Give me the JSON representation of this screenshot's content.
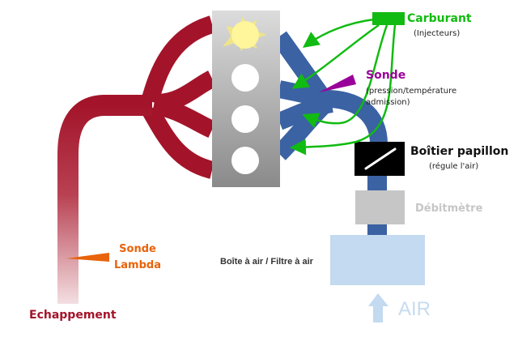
{
  "diagram": {
    "title": "Circuit d'admission et d'échappement moteur",
    "labels": {
      "carburant_title": "Carburant",
      "carburant_sub": "(Injecteurs)",
      "sonde_title": "Sonde",
      "sonde_sub": "(pression/température admission)",
      "papillon_title": "Boîtier papillon",
      "papillon_sub": "(régule l'air)",
      "debitmetre": "Débitmètre",
      "boite_filtre": "Boîte à air / Filtre à air",
      "air": "AIR",
      "lambda": "Sonde Lambda",
      "echappement": "Echappement"
    },
    "engine": {
      "cylinders": 4,
      "firing_cylinder": 1
    },
    "colors": {
      "exhaust": "#a3142a",
      "intake": "#3b62a3",
      "fuel": "#11bb11",
      "sensor": "#990099",
      "lambda": "#e8630a",
      "throttle": "#000000",
      "maf": "#c6c6c6",
      "airbox": "#c3daf0",
      "spark": "#fff59a"
    }
  }
}
